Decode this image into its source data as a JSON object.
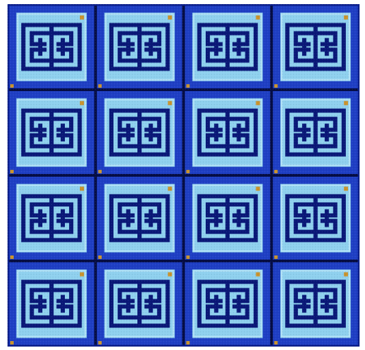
{
  "mosaic": {
    "rows": 4,
    "columns": 4,
    "motif": "greek-key-double-spiral",
    "colors": {
      "border_blue": "#1f3fc4",
      "border_blue_dark": "#0c1f8a",
      "tile_fill": "#8fd0ee",
      "tile_fill_light": "#b4e2f7",
      "maze_dark": "#0a1878",
      "gap_dark": "#050d45",
      "gold_accent": "#c9932e"
    }
  }
}
